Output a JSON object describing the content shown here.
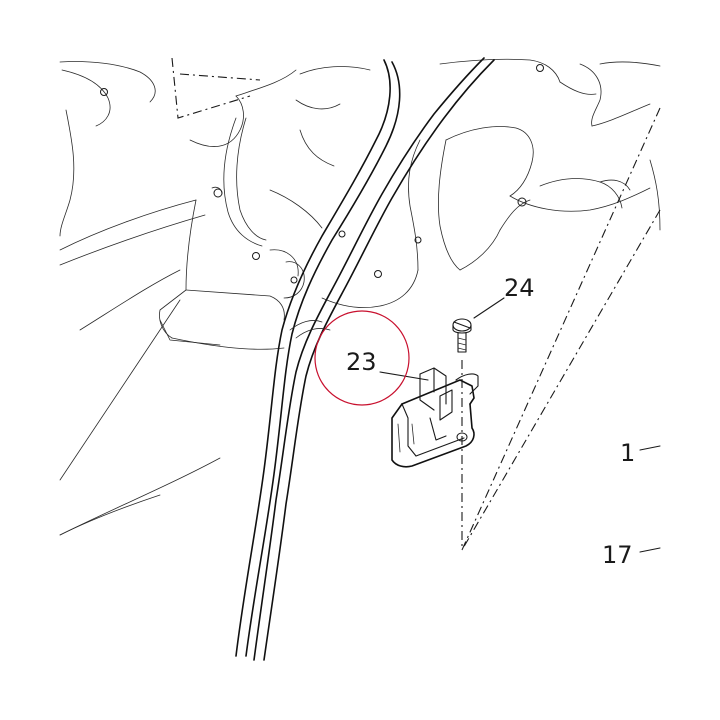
{
  "callouts": {
    "c23": "23",
    "c24": "24",
    "c1": "1",
    "c17": "17"
  },
  "highlight": {
    "target": "23",
    "color": "#c8102e"
  }
}
